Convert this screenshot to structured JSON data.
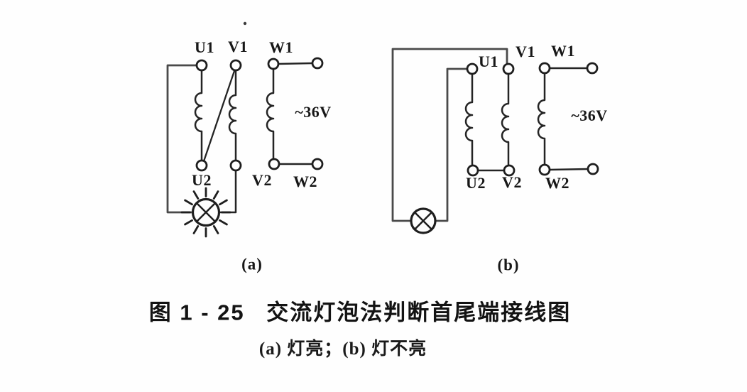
{
  "diagram_a": {
    "tag": "(a)",
    "voltage": "~36V",
    "terminals": {
      "u1": "U1",
      "v1": "V1",
      "w1": "W1",
      "u2": "U2",
      "v2": "V2",
      "w2": "W2"
    }
  },
  "diagram_b": {
    "tag": "(b)",
    "voltage": "~36V",
    "terminals": {
      "u1": "U1",
      "v1": "V1",
      "w1": "W1",
      "u2": "U2",
      "v2": "V2",
      "w2": "W2"
    }
  },
  "caption": {
    "number": "图 1 - 25",
    "title": "交流灯泡法判断首尾端接线图",
    "subtitle": "(a) 灯亮；(b) 灯不亮"
  }
}
